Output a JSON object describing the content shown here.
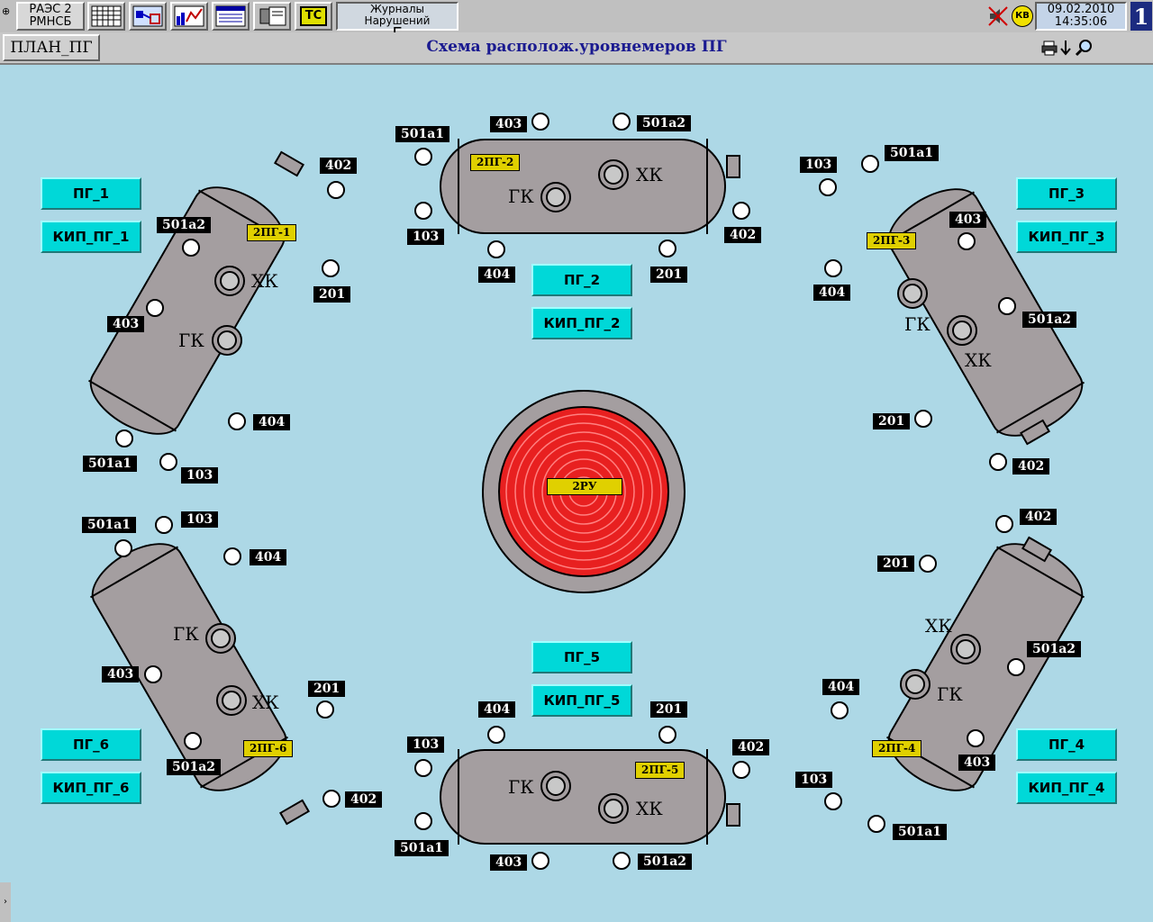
{
  "topbar": {
    "station_line1": "РАЭС 2",
    "station_line2": "РМНСБ",
    "journal_line1": "Журналы Нарушений",
    "journal_line2": "Г",
    "badge": "КВ",
    "date": "09.02.2010",
    "time": "14:35:06",
    "page_number": "1",
    "icons": [
      "grid-icon",
      "schema-icon",
      "trend-icon",
      "table-icon",
      "computer-icon",
      "tc-icon"
    ],
    "tc_label": "ТС"
  },
  "header": {
    "plan_button": "ПЛАН_ПГ",
    "title": "Схема располож.уровнемеров ПГ"
  },
  "reactor": {
    "label": "2РУ"
  },
  "buttons": {
    "pg1": "ПГ_1",
    "kip1": "КИП_ПГ_1",
    "pg2": "ПГ_2",
    "kip2": "КИП_ПГ_2",
    "pg3": "ПГ_3",
    "kip3": "КИП_ПГ_3",
    "pg4": "ПГ_4",
    "kip4": "КИП_ПГ_4",
    "pg5": "ПГ_5",
    "kip5": "КИП_ПГ_5",
    "pg6": "ПГ_6",
    "kip6": "КИП_ПГ_6"
  },
  "generators": {
    "sg1": "2ПГ-1",
    "sg2": "2ПГ-2",
    "sg3": "2ПГ-3",
    "sg4": "2ПГ-4",
    "sg5": "2ПГ-5",
    "sg6": "2ПГ-6"
  },
  "port_labels": {
    "hot": "ГК",
    "cold": "ХК"
  },
  "sensors": {
    "s402": "402",
    "s201": "201",
    "s403": "403",
    "s404": "404",
    "s103": "103",
    "s501a1": "501а1",
    "s501a2": "501а2"
  },
  "colors": {
    "background": "#add8e6",
    "button": "#00d8d8",
    "vessel": "#a49ea0",
    "reactor": "#e82020",
    "tag": "#000000",
    "label": "#e0d000"
  }
}
